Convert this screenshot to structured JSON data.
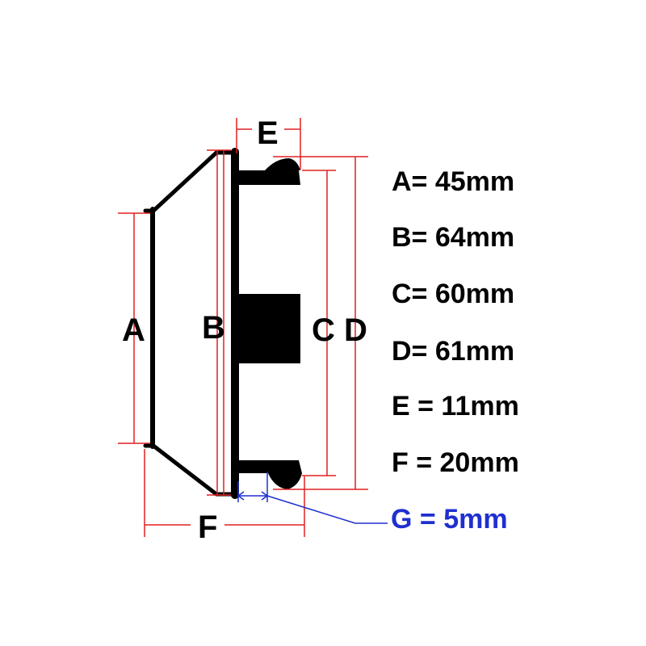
{
  "labels": {
    "a": "A",
    "b": "B",
    "c": "C",
    "d": "D",
    "e": "E",
    "f": "F"
  },
  "specs": [
    "A= 45mm",
    "B= 64mm",
    "C= 60mm",
    "D= 61mm",
    "E = 11mm",
    "F = 20mm"
  ],
  "spec_g": "G = 5mm",
  "colors": {
    "outline": "#000000",
    "dimension_line": "#e02020",
    "callout": "#1f2fd0"
  }
}
